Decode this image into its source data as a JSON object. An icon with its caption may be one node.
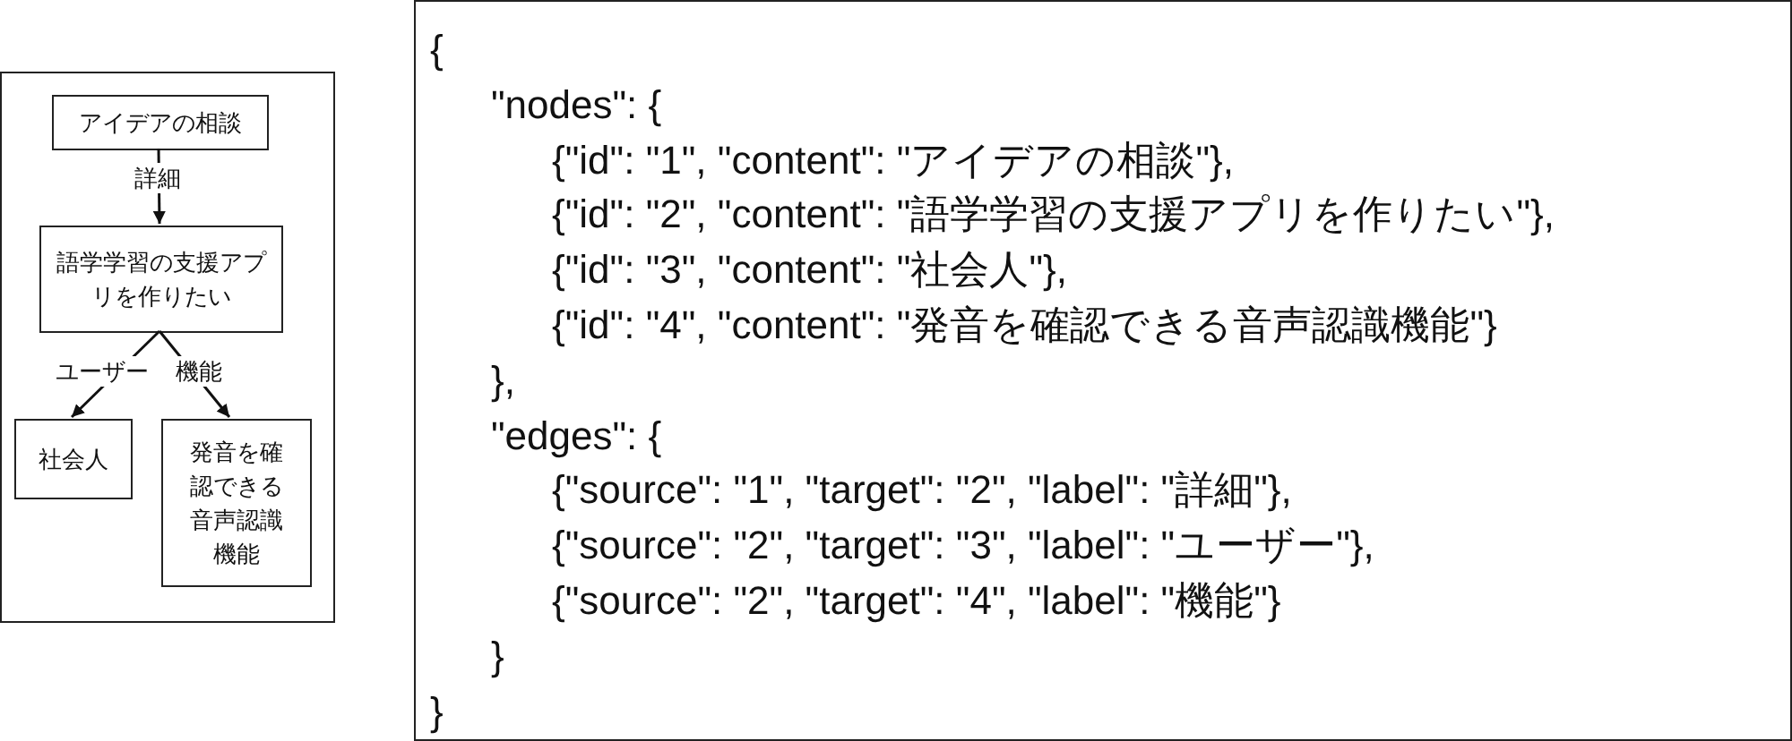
{
  "diagram": {
    "nodes": [
      {
        "text": [],
        "shape": "box"
      },
      {
        "text": [
          "アイデアの相談"
        ],
        "in": 0
      },
      {
        "text": [
          "語学学習の支援アプリを作りたい"
        ],
        "in": 0
      },
      {
        "text": [
          "社会人"
        ],
        "in": 0
      },
      {
        "text": [
          "発音を確認できる音声認識機能"
        ],
        "in": 0
      },
      {
        "text": [
          "{",
          "\"nodes\": {",
          "{\"id\": \"1\", \"content\": \"アイデアの相談\"},",
          "{\"id\": \"2\", \"content\": \"語学学習の支援アプリを作りたい\"},",
          "{\"id\": \"3\", \"content\": \"社会人\"},",
          "{\"id\": \"4\", \"content\": \"発音を確認できる音声認識機能\"}",
          "},",
          "\"edges\": {",
          "{\"source\": \"1\", \"target\": \"2\", \"label\": \"詳細\"},",
          "{\"source\": \"2\", \"target\": \"3\", \"label\": \"ユーザー\"},",
          "{\"source\": \"2\", \"target\": \"4\", \"label\": \"機能\"}",
          "}",
          "}"
        ]
      }
    ],
    "edges": [
      {
        "from": 1,
        "to": 2,
        "arrow": "to",
        "label": "詳細"
      },
      {
        "from": 2,
        "to": 3,
        "arrow": "to",
        "label": "ユーザー"
      },
      {
        "from": 2,
        "to": 4,
        "arrow": "to",
        "label": "機能"
      }
    ]
  }
}
